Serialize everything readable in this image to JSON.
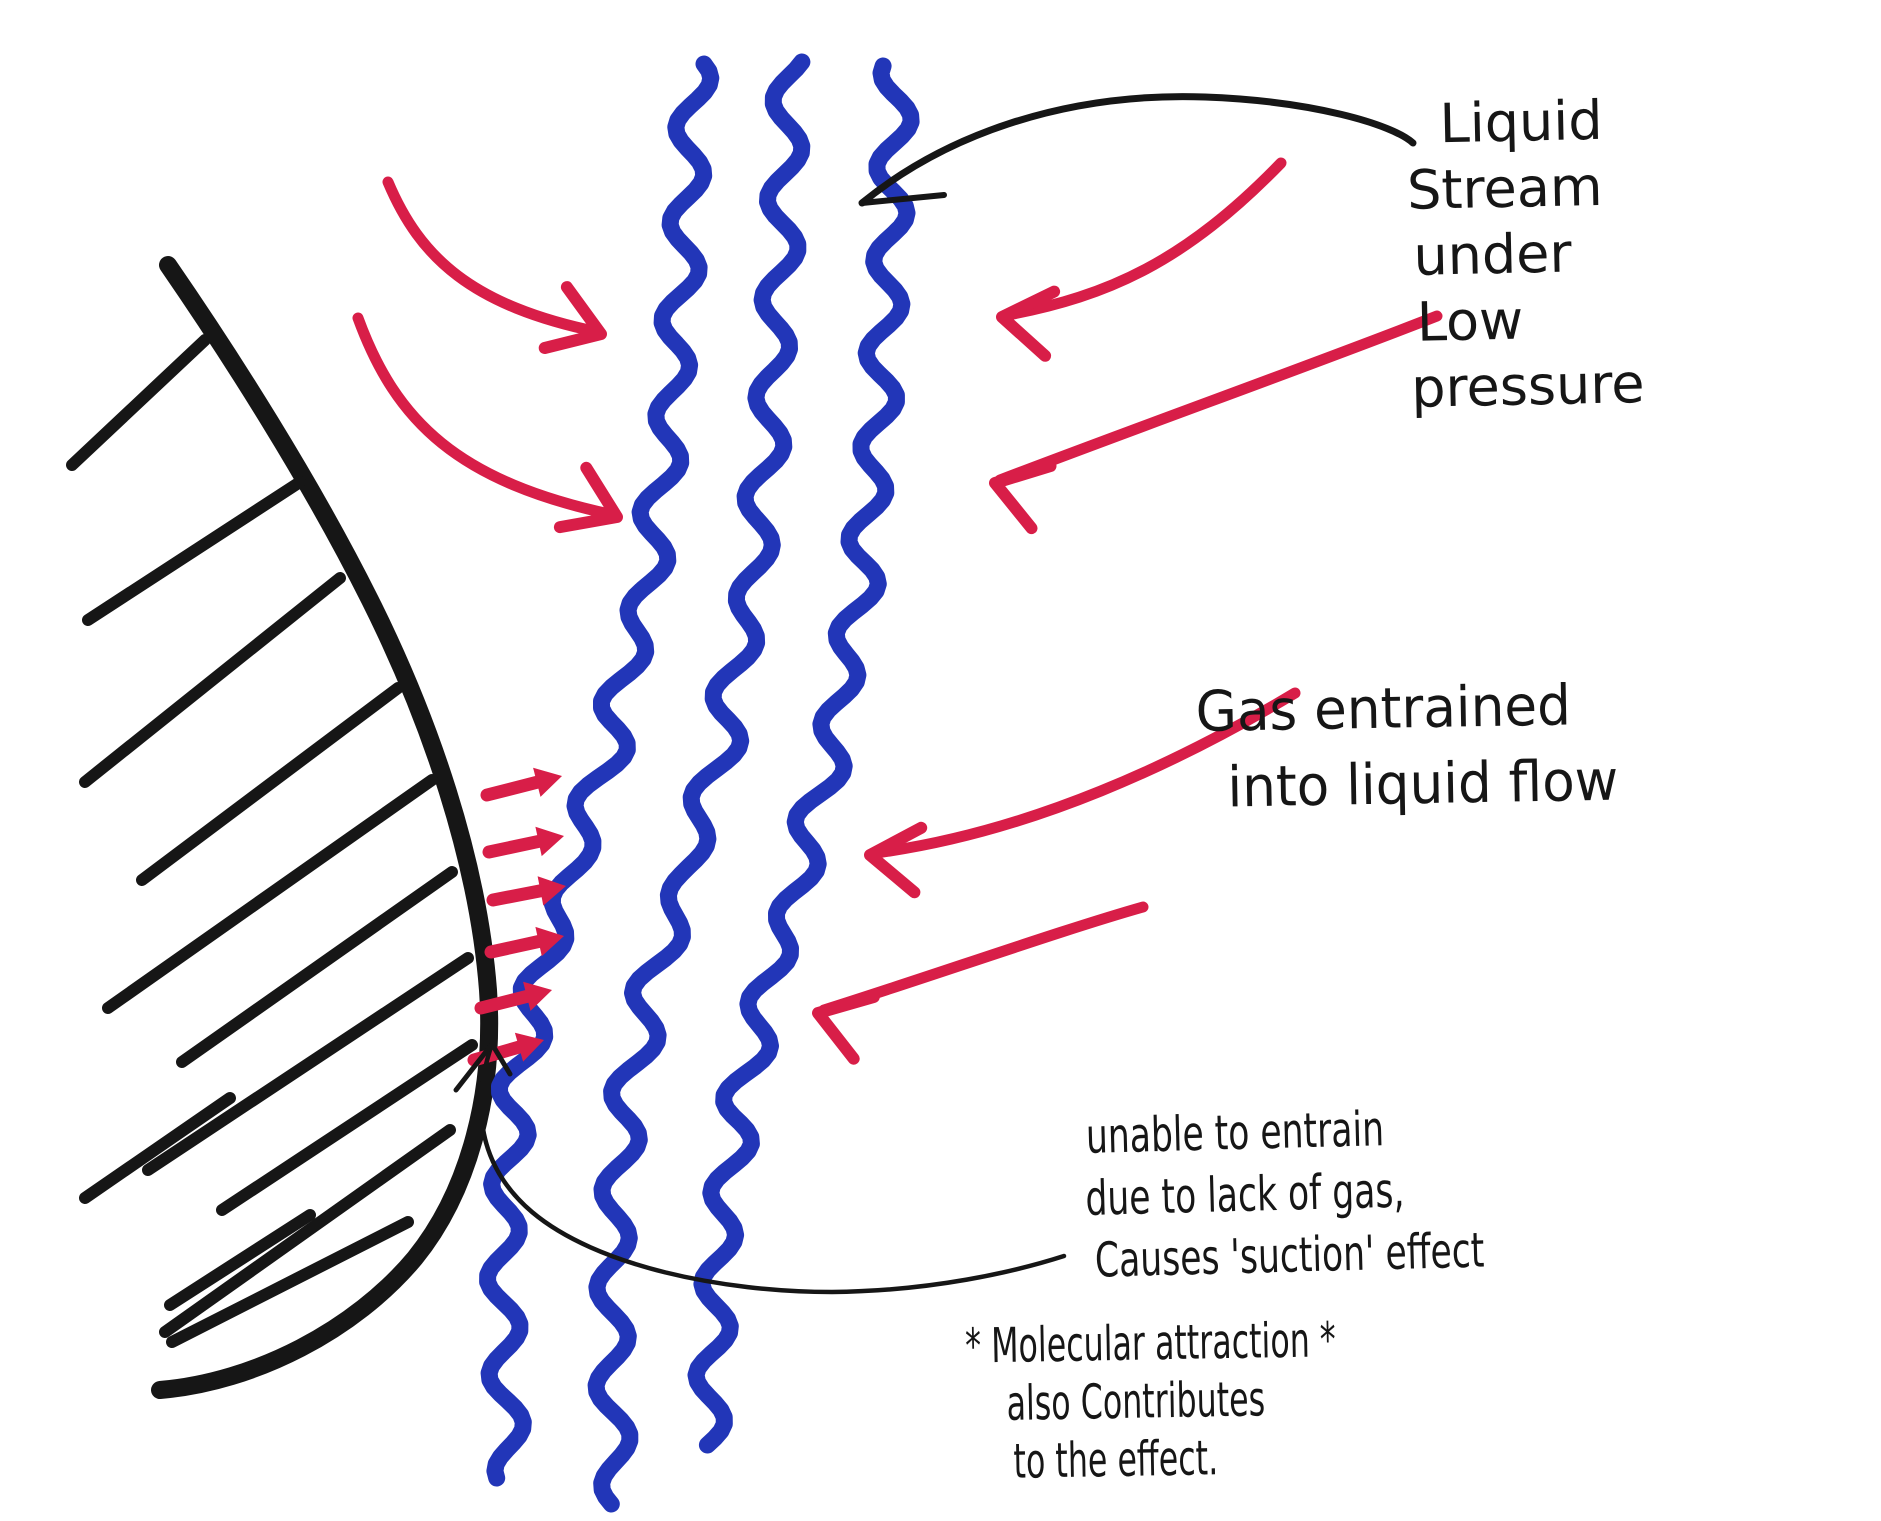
{
  "title": "Hand-drawn diagram of a liquid stream entraining gas near a curved surface (suction / Coanda effect)",
  "colors": {
    "paper": "#ffffff",
    "ink": "#161616",
    "stream_blue": "#2236b8",
    "arrow_red": "#d81e48"
  },
  "annotations": {
    "stream_label": {
      "lines": [
        "Liquid",
        "Stream",
        "under",
        "Low",
        "pressure"
      ]
    },
    "gas_label": {
      "lines": [
        "Gas entrained",
        "into liquid flow"
      ]
    },
    "suction_label": {
      "lines": [
        "unable to entrain",
        "due to lack of gas,",
        "Causes 'suction' effect"
      ]
    },
    "molecular_label": {
      "lines": [
        "* Molecular attraction *",
        "also Contributes",
        "to the effect."
      ]
    }
  },
  "figure": {
    "surface": "hatched curved solid surface at left",
    "stream_lines": "three blue wavy vertical stream lines bending left along the surface",
    "gas_arrows": "red curved arrows pointing into the stream from both sides",
    "wall_arrows": "six small red arrows from the surface toward the stream",
    "leader_arrows": "two thin black leader arrows linking labels to the drawing"
  }
}
